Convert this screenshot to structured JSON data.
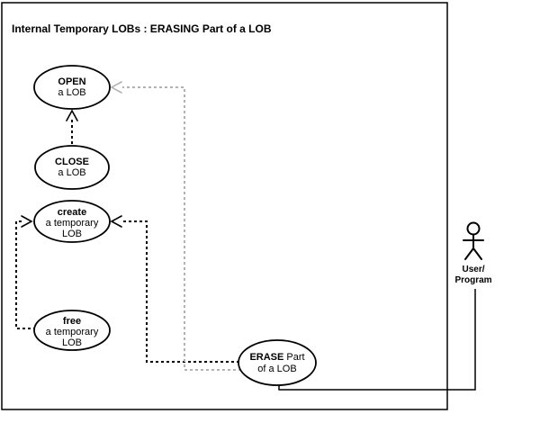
{
  "diagram": {
    "title": "Internal Temporary LOBs : ERASING Part of a LOB",
    "colors": {
      "line": "#000000",
      "secondary_line": "#b2b2b2",
      "background": "#ffffff"
    },
    "use_cases": {
      "open": {
        "line1": "OPEN",
        "line2": "a LOB"
      },
      "close": {
        "line1": "CLOSE",
        "line2": "a LOB"
      },
      "create": {
        "line1": "create",
        "line2": "a temporary",
        "line3": "LOB"
      },
      "free": {
        "line1": "free",
        "line2": "a temporary",
        "line3": "LOB"
      },
      "erase": {
        "line1_bold": "ERASE",
        "line1_rest": "Part",
        "line2": "of a LOB"
      }
    },
    "actor": {
      "line1": "User/",
      "line2": "Program"
    }
  }
}
